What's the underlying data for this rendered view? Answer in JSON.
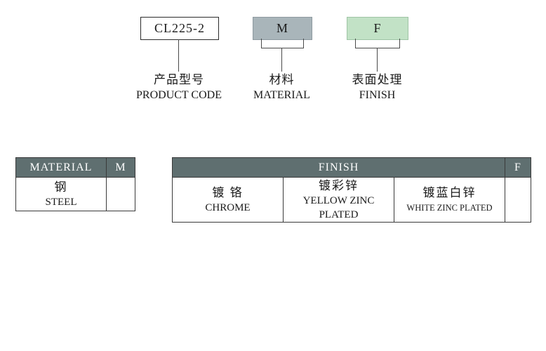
{
  "diagram": {
    "product_code": {
      "value": "CL225-2",
      "label_cn": "产品型号",
      "label_en": "PRODUCT CODE"
    },
    "material": {
      "value": "M",
      "label_cn": "材料",
      "label_en": "MATERIAL"
    },
    "finish": {
      "value": "F",
      "label_cn": "表面处理",
      "label_en": "FINISH"
    }
  },
  "material_table": {
    "header": "MATERIAL",
    "code": "M",
    "rows": [
      {
        "cn": "钢",
        "en": "STEEL"
      }
    ]
  },
  "finish_table": {
    "header": "FINISH",
    "code": "F",
    "options": [
      {
        "cn": "镀 铬",
        "en": "CHROME"
      },
      {
        "cn": "镀彩锌",
        "en": "YELLOW ZINC PLATED"
      },
      {
        "cn": "镀蓝白锌",
        "en": "WHITE ZINC PLATED"
      }
    ]
  },
  "colors": {
    "table_header_bg": "#5f6f70",
    "material_code_bg": "#a9b5ba",
    "finish_code_bg": "#c2e2c6",
    "border": "#3a3a3a"
  }
}
